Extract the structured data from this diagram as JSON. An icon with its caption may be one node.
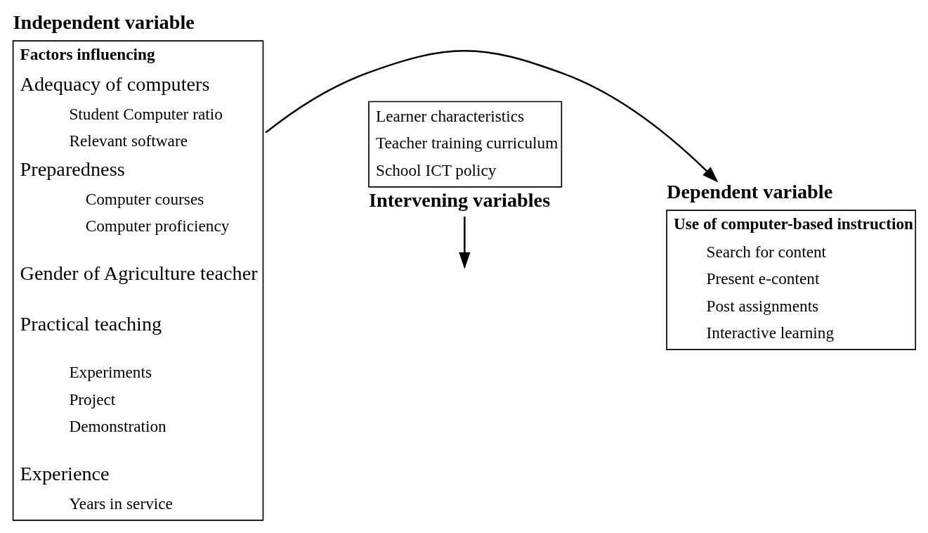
{
  "diagram": {
    "nodes": [
      {
        "text": [
          "Independent variable",
          "Factors influencing",
          "Adequacy of computers",
          "Student Computer ratio",
          "Relevant software",
          "Preparedness",
          "Computer courses",
          "Computer proficiency",
          "Gender of Agriculture teacher",
          "Practical teaching",
          "Experiments",
          "Project",
          "Demonstration",
          "Experience",
          "Years in service"
        ]
      },
      {
        "text": [
          "Dependent variable",
          "Use of computer-based instruction",
          "Search for content",
          "Present e-content",
          "Post assignments",
          "Interactive learning"
        ]
      },
      {
        "text": [
          "Learner characteristics",
          "Teacher training curriculum",
          "School ICT policy",
          "Intervening variables"
        ]
      }
    ],
    "edges": [
      {
        "from": 0,
        "to": 1,
        "arrow": "to"
      },
      {
        "from": 2,
        "to": null,
        "arrow": "to"
      }
    ]
  }
}
